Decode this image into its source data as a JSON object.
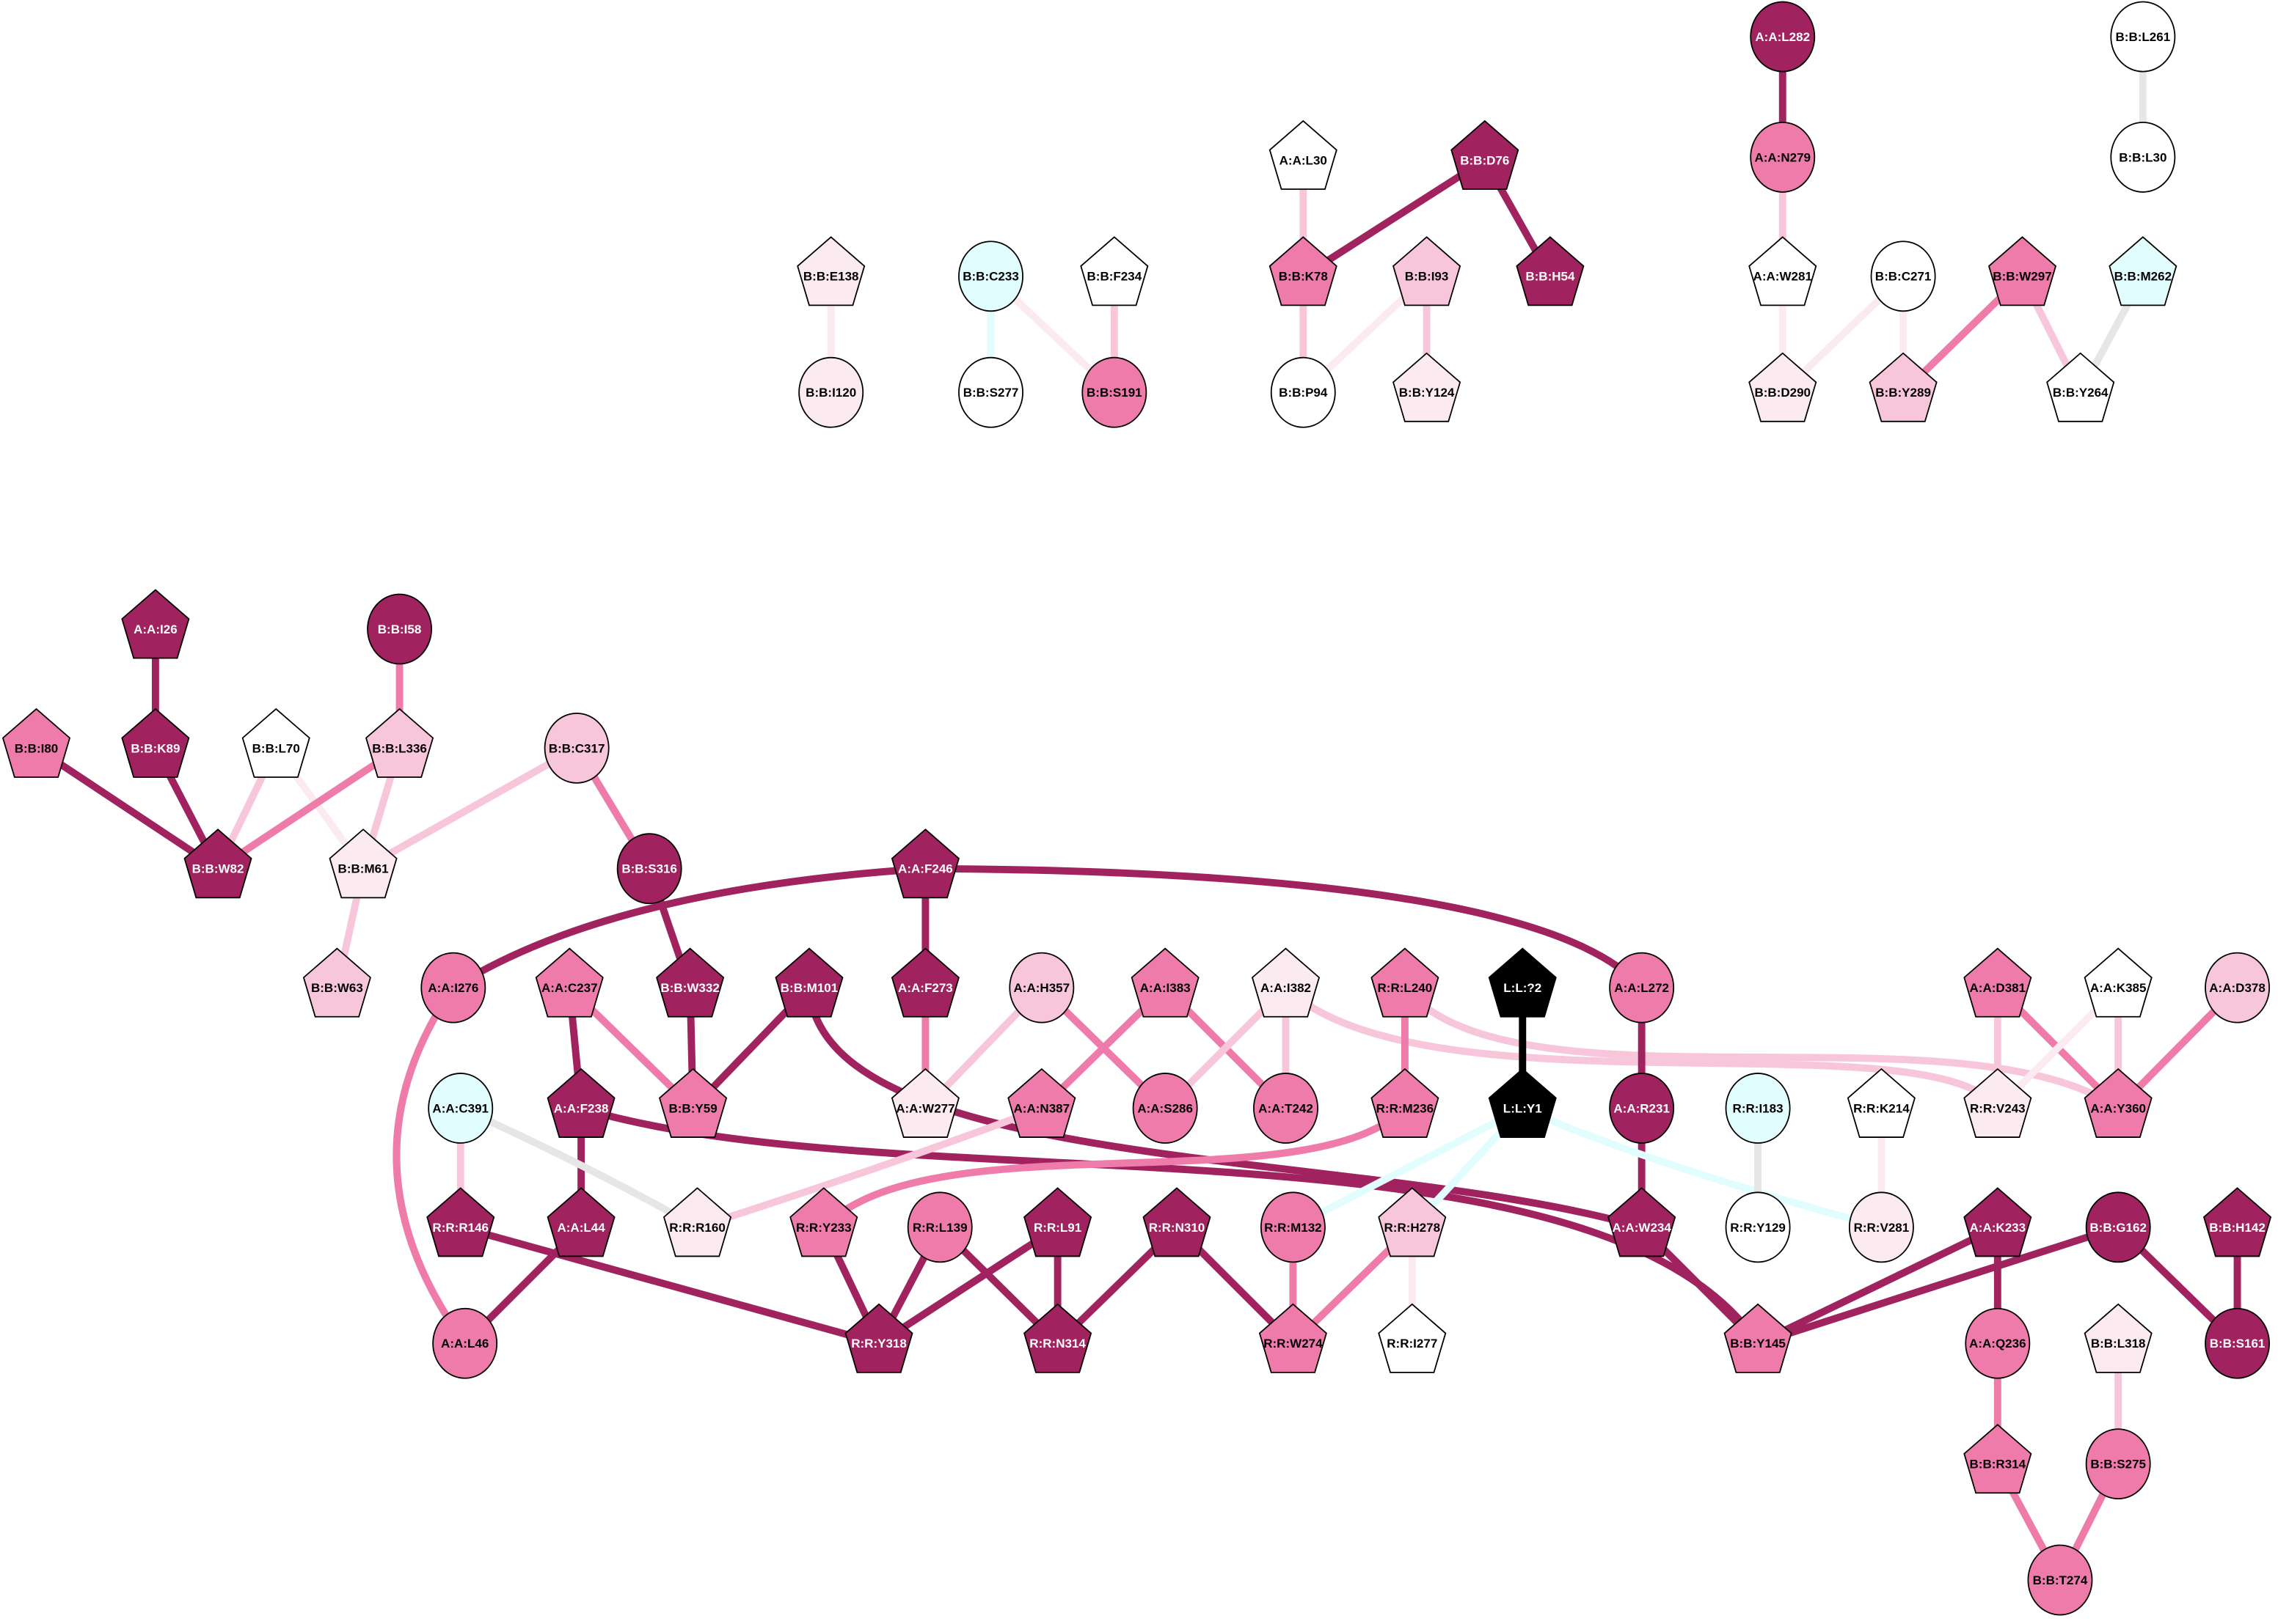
{
  "colors": {
    "dark": "#A0225E",
    "mid": "#EF7BAA",
    "light": "#F8C6DB",
    "vlight": "#FCEAF1",
    "white": "#FFFFFF",
    "cyan": "#E2FDFD",
    "gray": "#E6E6E6",
    "black": "#000000"
  },
  "nodes": [
    {
      "id": "B:B:E138",
      "shape": "pentagon",
      "color": "vlight"
    },
    {
      "id": "B:B:I120",
      "shape": "circle",
      "color": "vlight"
    },
    {
      "id": "B:B:C233",
      "shape": "circle",
      "color": "cyan"
    },
    {
      "id": "B:B:S277",
      "shape": "circle",
      "color": "white"
    },
    {
      "id": "B:B:F234",
      "shape": "pentagon",
      "color": "white"
    },
    {
      "id": "B:B:S191",
      "shape": "circle",
      "color": "mid"
    },
    {
      "id": "A:A:L30",
      "shape": "pentagon",
      "color": "white"
    },
    {
      "id": "B:B:K78",
      "shape": "pentagon",
      "color": "mid"
    },
    {
      "id": "B:B:P94",
      "shape": "circle",
      "color": "white"
    },
    {
      "id": "B:B:D76",
      "shape": "pentagon",
      "color": "dark"
    },
    {
      "id": "B:B:H54",
      "shape": "pentagon",
      "color": "dark"
    },
    {
      "id": "B:B:I93",
      "shape": "pentagon",
      "color": "light"
    },
    {
      "id": "B:B:Y124",
      "shape": "pentagon",
      "color": "vlight"
    },
    {
      "id": "A:A:L282",
      "shape": "circle",
      "color": "dark"
    },
    {
      "id": "A:A:N279",
      "shape": "circle",
      "color": "mid"
    },
    {
      "id": "A:A:W281",
      "shape": "pentagon",
      "color": "white"
    },
    {
      "id": "B:B:D290",
      "shape": "pentagon",
      "color": "vlight"
    },
    {
      "id": "B:B:C271",
      "shape": "circle",
      "color": "white"
    },
    {
      "id": "B:B:Y289",
      "shape": "pentagon",
      "color": "light"
    },
    {
      "id": "B:B:W297",
      "shape": "pentagon",
      "color": "mid"
    },
    {
      "id": "B:B:L261",
      "shape": "circle",
      "color": "white"
    },
    {
      "id": "B:B:L30",
      "shape": "circle",
      "color": "white"
    },
    {
      "id": "B:B:M262",
      "shape": "pentagon",
      "color": "cyan"
    },
    {
      "id": "B:B:Y264",
      "shape": "pentagon",
      "color": "white"
    },
    {
      "id": "A:A:I26",
      "shape": "pentagon",
      "color": "dark"
    },
    {
      "id": "B:B:I58",
      "shape": "circle",
      "color": "dark"
    },
    {
      "id": "B:B:I80",
      "shape": "pentagon",
      "color": "mid"
    },
    {
      "id": "B:B:K89",
      "shape": "pentagon",
      "color": "dark"
    },
    {
      "id": "B:B:L70",
      "shape": "pentagon",
      "color": "white"
    },
    {
      "id": "B:B:L336",
      "shape": "pentagon",
      "color": "light"
    },
    {
      "id": "B:B:C317",
      "shape": "circle",
      "color": "light"
    },
    {
      "id": "B:B:W82",
      "shape": "pentagon",
      "color": "dark"
    },
    {
      "id": "B:B:M61",
      "shape": "pentagon",
      "color": "vlight"
    },
    {
      "id": "B:B:S316",
      "shape": "circle",
      "color": "dark"
    },
    {
      "id": "B:B:W63",
      "shape": "pentagon",
      "color": "light"
    },
    {
      "id": "A:A:F246",
      "shape": "pentagon",
      "color": "dark"
    },
    {
      "id": "A:A:I276",
      "shape": "circle",
      "color": "mid"
    },
    {
      "id": "A:A:C237",
      "shape": "pentagon",
      "color": "mid"
    },
    {
      "id": "B:B:W332",
      "shape": "pentagon",
      "color": "dark"
    },
    {
      "id": "B:B:M101",
      "shape": "pentagon",
      "color": "dark"
    },
    {
      "id": "A:A:F273",
      "shape": "pentagon",
      "color": "dark"
    },
    {
      "id": "A:A:H357",
      "shape": "circle",
      "color": "light"
    },
    {
      "id": "A:A:I383",
      "shape": "pentagon",
      "color": "mid"
    },
    {
      "id": "A:A:I382",
      "shape": "pentagon",
      "color": "vlight"
    },
    {
      "id": "R:R:L240",
      "shape": "pentagon",
      "color": "mid"
    },
    {
      "id": "L:L:?2",
      "shape": "pentagon",
      "color": "black"
    },
    {
      "id": "A:A:L272",
      "shape": "circle",
      "color": "mid"
    },
    {
      "id": "A:A:D381",
      "shape": "pentagon",
      "color": "mid"
    },
    {
      "id": "A:A:K385",
      "shape": "pentagon",
      "color": "white"
    },
    {
      "id": "A:A:D378",
      "shape": "circle",
      "color": "light"
    },
    {
      "id": "A:A:F238",
      "shape": "pentagon",
      "color": "dark"
    },
    {
      "id": "B:B:Y59",
      "shape": "pentagon",
      "color": "mid"
    },
    {
      "id": "A:A:W277",
      "shape": "pentagon",
      "color": "vlight"
    },
    {
      "id": "A:A:N387",
      "shape": "pentagon",
      "color": "mid"
    },
    {
      "id": "A:A:S286",
      "shape": "circle",
      "color": "mid"
    },
    {
      "id": "A:A:T242",
      "shape": "circle",
      "color": "mid"
    },
    {
      "id": "R:R:M236",
      "shape": "pentagon",
      "color": "mid"
    },
    {
      "id": "L:L:Y1",
      "shape": "pentagon",
      "color": "black"
    },
    {
      "id": "A:A:R231",
      "shape": "circle",
      "color": "dark"
    },
    {
      "id": "A:A:C391",
      "shape": "circle",
      "color": "cyan"
    },
    {
      "id": "R:R:I183",
      "shape": "circle",
      "color": "cyan"
    },
    {
      "id": "R:R:K214",
      "shape": "pentagon",
      "color": "white"
    },
    {
      "id": "R:R:V243",
      "shape": "pentagon",
      "color": "vlight"
    },
    {
      "id": "A:A:Y360",
      "shape": "pentagon",
      "color": "mid"
    },
    {
      "id": "R:R:R146",
      "shape": "pentagon",
      "color": "dark"
    },
    {
      "id": "A:A:L44",
      "shape": "pentagon",
      "color": "dark"
    },
    {
      "id": "R:R:R160",
      "shape": "pentagon",
      "color": "vlight"
    },
    {
      "id": "R:R:Y233",
      "shape": "pentagon",
      "color": "mid"
    },
    {
      "id": "R:R:L139",
      "shape": "circle",
      "color": "mid"
    },
    {
      "id": "R:R:L91",
      "shape": "pentagon",
      "color": "dark"
    },
    {
      "id": "R:R:N310",
      "shape": "pentagon",
      "color": "dark"
    },
    {
      "id": "R:R:M132",
      "shape": "circle",
      "color": "mid"
    },
    {
      "id": "R:R:H278",
      "shape": "pentagon",
      "color": "light"
    },
    {
      "id": "A:A:W234",
      "shape": "pentagon",
      "color": "dark"
    },
    {
      "id": "R:R:Y129",
      "shape": "circle",
      "color": "white"
    },
    {
      "id": "R:R:V281",
      "shape": "circle",
      "color": "vlight"
    },
    {
      "id": "A:A:K233",
      "shape": "pentagon",
      "color": "dark"
    },
    {
      "id": "B:B:G162",
      "shape": "circle",
      "color": "dark"
    },
    {
      "id": "B:B:H142",
      "shape": "pentagon",
      "color": "dark"
    },
    {
      "id": "A:A:L46",
      "shape": "circle",
      "color": "mid"
    },
    {
      "id": "R:R:Y318",
      "shape": "pentagon",
      "color": "dark"
    },
    {
      "id": "R:R:N314",
      "shape": "pentagon",
      "color": "dark"
    },
    {
      "id": "R:R:W274",
      "shape": "pentagon",
      "color": "mid"
    },
    {
      "id": "R:R:I277",
      "shape": "pentagon",
      "color": "white"
    },
    {
      "id": "B:B:Y145",
      "shape": "pentagon",
      "color": "mid"
    },
    {
      "id": "A:A:Q236",
      "shape": "circle",
      "color": "mid"
    },
    {
      "id": "B:B:L318",
      "shape": "pentagon",
      "color": "vlight"
    },
    {
      "id": "B:B:S161",
      "shape": "circle",
      "color": "dark"
    },
    {
      "id": "B:B:R314",
      "shape": "pentagon",
      "color": "mid"
    },
    {
      "id": "B:B:S275",
      "shape": "circle",
      "color": "mid"
    },
    {
      "id": "B:B:T274",
      "shape": "circle",
      "color": "mid"
    }
  ],
  "edges": [
    [
      "B:B:E138",
      "B:B:I120",
      "vlight"
    ],
    [
      "B:B:C233",
      "B:B:S277",
      "cyan"
    ],
    [
      "B:B:C233",
      "B:B:S191",
      "vlight"
    ],
    [
      "B:B:F234",
      "B:B:S191",
      "light"
    ],
    [
      "A:A:L30",
      "B:B:K78",
      "light"
    ],
    [
      "B:B:D76",
      "B:B:K78",
      "dark"
    ],
    [
      "B:B:D76",
      "B:B:H54",
      "dark"
    ],
    [
      "B:B:K78",
      "B:B:P94",
      "light"
    ],
    [
      "B:B:I93",
      "B:B:P94",
      "vlight"
    ],
    [
      "B:B:I93",
      "B:B:Y124",
      "light"
    ],
    [
      "A:A:L282",
      "A:A:N279",
      "dark"
    ],
    [
      "A:A:N279",
      "A:A:W281",
      "light"
    ],
    [
      "A:A:W281",
      "B:B:D290",
      "vlight"
    ],
    [
      "B:B:C271",
      "B:B:D290",
      "vlight"
    ],
    [
      "B:B:C271",
      "B:B:Y289",
      "vlight"
    ],
    [
      "B:B:W297",
      "B:B:Y289",
      "mid"
    ],
    [
      "B:B:W297",
      "B:B:Y264",
      "light"
    ],
    [
      "B:B:L261",
      "B:B:L30",
      "gray"
    ],
    [
      "B:B:M262",
      "B:B:Y264",
      "gray"
    ],
    [
      "A:A:I26",
      "B:B:K89",
      "dark"
    ],
    [
      "B:B:I58",
      "B:B:L336",
      "mid"
    ],
    [
      "B:B:I80",
      "B:B:W82",
      "dark"
    ],
    [
      "B:B:K89",
      "B:B:W82",
      "dark"
    ],
    [
      "B:B:L70",
      "B:B:W82",
      "light"
    ],
    [
      "B:B:L70",
      "B:B:M61",
      "vlight"
    ],
    [
      "B:B:L336",
      "B:B:W82",
      "mid"
    ],
    [
      "B:B:L336",
      "B:B:M61",
      "light"
    ],
    [
      "B:B:C317",
      "B:B:M61",
      "light"
    ],
    [
      "B:B:C317",
      "B:B:S316",
      "mid"
    ],
    [
      "B:B:M61",
      "B:B:W63",
      "light"
    ],
    [
      "B:B:S316",
      "B:B:W332",
      "dark"
    ],
    [
      "B:B:W332",
      "B:B:Y59",
      "dark"
    ],
    [
      "A:A:C237",
      "B:B:Y59",
      "mid"
    ],
    [
      "A:A:C237",
      "A:A:F238",
      "dark"
    ],
    [
      "B:B:M101",
      "B:B:Y59",
      "dark"
    ],
    [
      "B:B:M101",
      "A:A:W234",
      "dark"
    ],
    [
      "A:A:F246",
      "A:A:I276",
      "dark"
    ],
    [
      "A:A:F246",
      "A:A:F273",
      "dark"
    ],
    [
      "A:A:F246",
      "A:A:L272",
      "dark"
    ],
    [
      "A:A:I276",
      "A:A:L46",
      "mid"
    ],
    [
      "A:A:F273",
      "A:A:W277",
      "mid"
    ],
    [
      "A:A:H357",
      "A:A:W277",
      "light"
    ],
    [
      "A:A:H357",
      "A:A:S286",
      "mid"
    ],
    [
      "A:A:I383",
      "A:A:N387",
      "mid"
    ],
    [
      "A:A:I383",
      "A:A:T242",
      "mid"
    ],
    [
      "A:A:I382",
      "A:A:S286",
      "light"
    ],
    [
      "A:A:I382",
      "A:A:T242",
      "light"
    ],
    [
      "A:A:I382",
      "R:R:V243",
      "light"
    ],
    [
      "R:R:L240",
      "R:R:M236",
      "mid"
    ],
    [
      "R:R:L240",
      "A:A:Y360",
      "light"
    ],
    [
      "L:L:?2",
      "L:L:Y1",
      "black"
    ],
    [
      "A:A:L272",
      "A:A:R231",
      "dark"
    ],
    [
      "A:A:R231",
      "A:A:W234",
      "dark"
    ],
    [
      "A:A:D381",
      "R:R:V243",
      "light"
    ],
    [
      "A:A:D381",
      "A:A:Y360",
      "mid"
    ],
    [
      "A:A:K385",
      "R:R:V243",
      "vlight"
    ],
    [
      "A:A:K385",
      "A:A:Y360",
      "light"
    ],
    [
      "A:A:D378",
      "A:A:Y360",
      "mid"
    ],
    [
      "A:A:F238",
      "A:A:L44",
      "dark"
    ],
    [
      "A:A:F238",
      "B:B:Y145",
      "dark"
    ],
    [
      "A:A:C391",
      "R:R:R146",
      "light"
    ],
    [
      "A:A:C391",
      "R:R:R160",
      "gray"
    ],
    [
      "A:A:N387",
      "R:R:R160",
      "light"
    ],
    [
      "R:R:M236",
      "R:R:Y233",
      "mid"
    ],
    [
      "L:L:Y1",
      "R:R:M132",
      "cyan"
    ],
    [
      "L:L:Y1",
      "R:R:H278",
      "cyan"
    ],
    [
      "L:L:Y1",
      "R:R:V281",
      "cyan"
    ],
    [
      "R:R:R146",
      "R:R:Y318",
      "dark"
    ],
    [
      "A:A:L44",
      "A:A:L46",
      "dark"
    ],
    [
      "R:R:Y233",
      "R:R:Y318",
      "dark"
    ],
    [
      "R:R:L139",
      "R:R:Y318",
      "dark"
    ],
    [
      "R:R:L139",
      "R:R:N314",
      "dark"
    ],
    [
      "R:R:L91",
      "R:R:Y318",
      "dark"
    ],
    [
      "R:R:L91",
      "R:R:N314",
      "dark"
    ],
    [
      "R:R:N310",
      "R:R:N314",
      "dark"
    ],
    [
      "R:R:N310",
      "R:R:W274",
      "dark"
    ],
    [
      "R:R:M132",
      "R:R:W274",
      "mid"
    ],
    [
      "R:R:H278",
      "R:R:W274",
      "mid"
    ],
    [
      "R:R:H278",
      "R:R:I277",
      "vlight"
    ],
    [
      "A:A:W234",
      "B:B:Y145",
      "dark"
    ],
    [
      "R:R:I183",
      "R:R:Y129",
      "gray"
    ],
    [
      "R:R:K214",
      "R:R:V281",
      "vlight"
    ],
    [
      "A:A:K233",
      "B:B:Y145",
      "dark"
    ],
    [
      "A:A:K233",
      "A:A:Q236",
      "dark"
    ],
    [
      "B:B:G162",
      "B:B:Y145",
      "dark"
    ],
    [
      "B:B:G162",
      "B:B:S161",
      "dark"
    ],
    [
      "B:B:H142",
      "B:B:S161",
      "dark"
    ],
    [
      "A:A:Q236",
      "B:B:R314",
      "mid"
    ],
    [
      "B:B:R314",
      "B:B:T274",
      "mid"
    ],
    [
      "B:B:L318",
      "B:B:S275",
      "light"
    ],
    [
      "B:B:S275",
      "B:B:T274",
      "mid"
    ]
  ]
}
